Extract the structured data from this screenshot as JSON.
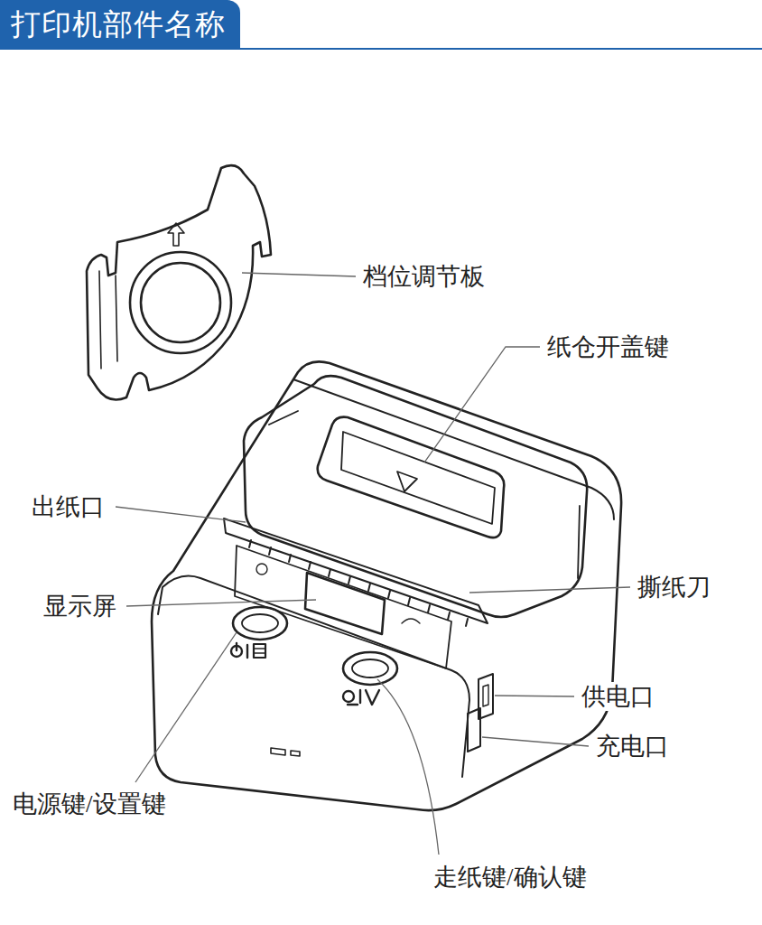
{
  "diagram": {
    "title": "打印机部件名称",
    "labels": [
      "档位调节板",
      "纸仓开盖键",
      "出纸口",
      "撕纸刀",
      "显示屏",
      "供电口",
      "充电口",
      "电源键/设置键",
      "走纸键/确认键"
    ]
  }
}
